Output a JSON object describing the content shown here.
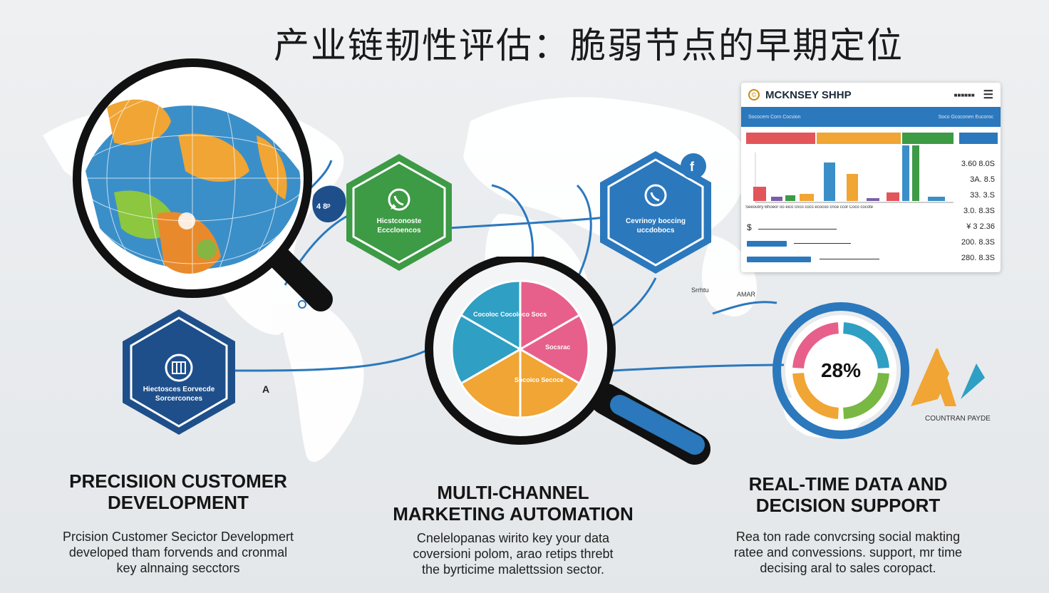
{
  "title": "产业链韧性评估：脆弱节点的早期定位",
  "hexagons": {
    "whatsapp": {
      "label_line1": "Hicstconoste",
      "label_line2": "Ecccloencos"
    },
    "call": {
      "label_line1": "Cevrinoy boccing",
      "label_line2": "uccdobocs"
    },
    "customer": {
      "label_line1": "Hiectosces Eorvecde",
      "label_line2": "Sorcerconces"
    },
    "small_badge": "4 8ᵖ"
  },
  "dashboard": {
    "brand": "MCKNSEY SHHP",
    "bar_left": "Sococem Corn Cocvion",
    "bar_right": "Soco Gcoconen Eucoroc",
    "axis_caption": "Seeoutiry Bhoeor oo eico cnco cocs ecocoo cnce ccor Coco cocote",
    "values": [
      "3.60 8.0S",
      "3A. 8.5",
      "33. 3.S",
      "3.0. 8.3S",
      "¥ 3 2.36",
      "200. 8.3S",
      "280. 8.3S"
    ],
    "dollar": "$"
  },
  "map_labels": {
    "a": "Srrhtu",
    "b": "AMAR",
    "c": "A"
  },
  "pie": {
    "slices": [
      {
        "label": "Socs",
        "value": 1,
        "color": "#e7608c"
      },
      {
        "label": "Socsrac",
        "value": 1,
        "color": "#e7608c"
      },
      {
        "label": "Socoico Secoce",
        "value": 1,
        "color": "#f0a534"
      },
      {
        "label": "",
        "value": 1,
        "color": "#f0a534"
      },
      {
        "label": "",
        "value": 1,
        "color": "#2f9fc4"
      },
      {
        "label": "Cocoloc Cocoloco",
        "value": 1,
        "color": "#2f9fc4"
      }
    ]
  },
  "ring": {
    "percent": "28%",
    "colors": [
      "#2f9fc4",
      "#78b843",
      "#f0a534",
      "#e7608c"
    ]
  },
  "logo_caption": "COUNTRAN PAYDE",
  "sections": [
    {
      "head_line1": "PRECISIION CUSTOMER",
      "head_line2": "DEVELOPMENT",
      "body_line1": "Prcision Customer Secictor Developmert",
      "body_line2": "developed tham forvends and cronmal",
      "body_line3": "key alnnaing secctors"
    },
    {
      "head_line1": "MULTI-CHANNEL",
      "head_line2": "MARKETING AUTOMATION",
      "body_line1": "Cnelelopanas wirito key your data",
      "body_line2": "coversioni polom, arao retips threbt",
      "body_line3": "the byrticime malettssion sector."
    },
    {
      "head_line1": "REAL-TIME DATA AND",
      "head_line2": "DECISION SUPPORT",
      "body_line1": "Rea ton rade convcrsing social makting",
      "body_line2": "ratee and convessions. support, mr time",
      "body_line3": "decising aral to sales coropact."
    }
  ],
  "colors": {
    "blue_dark": "#1e4f8a",
    "blue": "#2b78bd",
    "green": "#3d9a45",
    "orange": "#f0a534"
  }
}
